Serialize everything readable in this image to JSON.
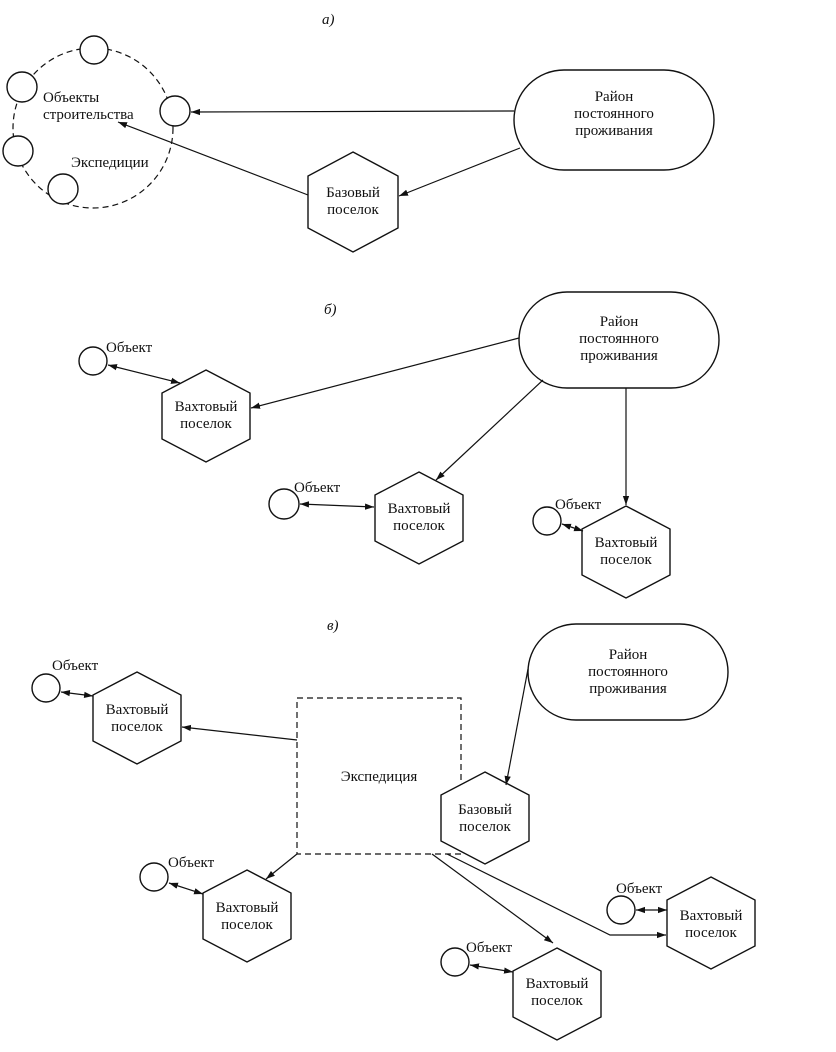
{
  "parts": {
    "a": "а)",
    "b": "б)",
    "v": "в)"
  },
  "labels": {
    "region": [
      "Район",
      "постоянного",
      "проживания"
    ],
    "objects_construction": [
      "Объекты",
      "строительства"
    ],
    "expeditions": "Экспедиции",
    "base_village": [
      "Базовый",
      "поселок"
    ],
    "shift_village": [
      "Вахтовый",
      "поселок"
    ],
    "object": "Объект",
    "expedition": "Экспедиция"
  }
}
